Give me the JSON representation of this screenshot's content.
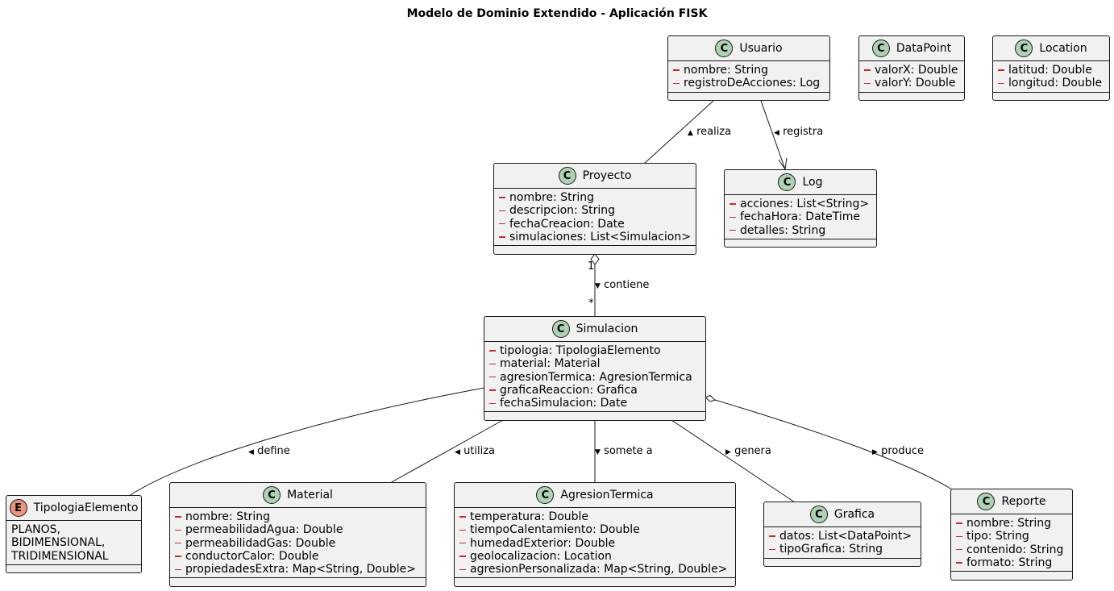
{
  "title": "Modelo de Dominio Extendido - Aplicación FISK",
  "classes": {
    "usuario": {
      "name": "Usuario",
      "stereotype": "C",
      "attributes": [
        "nombre: String",
        "registroDeAcciones: Log"
      ]
    },
    "datapoint": {
      "name": "DataPoint",
      "stereotype": "C",
      "attributes": [
        "valorX: Double",
        "valorY: Double"
      ]
    },
    "location": {
      "name": "Location",
      "stereotype": "C",
      "attributes": [
        "latitud: Double",
        "longitud: Double"
      ]
    },
    "proyecto": {
      "name": "Proyecto",
      "stereotype": "C",
      "attributes": [
        "nombre: String",
        "descripcion: String",
        "fechaCreacion: Date",
        "simulaciones: List<Simulacion>"
      ]
    },
    "log": {
      "name": "Log",
      "stereotype": "C",
      "attributes": [
        "acciones: List<String>",
        "fechaHora: DateTime",
        "detalles: String"
      ]
    },
    "simulacion": {
      "name": "Simulacion",
      "stereotype": "C",
      "attributes": [
        "tipologia: TipologiaElemento",
        "material: Material",
        "agresionTermica: AgresionTermica",
        "graficaReaccion: Grafica",
        "fechaSimulacion: Date"
      ]
    },
    "tipologia": {
      "name": "TipologiaElemento",
      "stereotype": "E",
      "attributes": [
        "PLANOS,",
        "BIDIMENSIONAL,",
        "TRIDIMENSIONAL"
      ]
    },
    "material": {
      "name": "Material",
      "stereotype": "C",
      "attributes": [
        "nombre: String",
        "permeabilidadAgua: Double",
        "permeabilidadGas: Double",
        "conductorCalor: Double",
        "propiedadesExtra: Map<String, Double>"
      ]
    },
    "agresion": {
      "name": "AgresionTermica",
      "stereotype": "C",
      "attributes": [
        "temperatura: Double",
        "tiempoCalentamiento: Double",
        "humedadExterior: Double",
        "geolocalizacion: Location",
        "agresionPersonalizada: Map<String, Double>"
      ]
    },
    "grafica": {
      "name": "Grafica",
      "stereotype": "C",
      "attributes": [
        "datos: List<DataPoint>",
        "tipoGrafica: String"
      ]
    },
    "reporte": {
      "name": "Reporte",
      "stereotype": "C",
      "attributes": [
        "nombre: String",
        "tipo: String",
        "contenido: String",
        "formato: String"
      ]
    }
  },
  "relations": {
    "realiza": {
      "label": "realiza",
      "arrow": "▲"
    },
    "registra": {
      "label": "registra",
      "arrow": "◀"
    },
    "contiene": {
      "label": "contiene",
      "arrow": "▼",
      "mult_from": "1",
      "mult_to": "*"
    },
    "define": {
      "label": "define",
      "arrow": "◀"
    },
    "utiliza": {
      "label": "utiliza",
      "arrow": "◀"
    },
    "somete": {
      "label": "somete a",
      "arrow": "▼"
    },
    "genera": {
      "label": "genera",
      "arrow": "▶"
    },
    "produce": {
      "label": "produce",
      "arrow": "▶"
    }
  }
}
